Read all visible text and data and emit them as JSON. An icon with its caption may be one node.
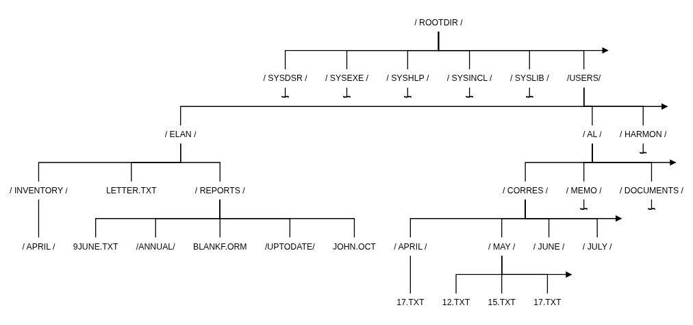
{
  "diagram": {
    "nodes": [
      {
        "text": [
          "/ ROOTDIR /"
        ]
      },
      {
        "text": [
          "/ SYSDSR /"
        ]
      },
      {
        "text": [
          "/ SYSEXE /"
        ]
      },
      {
        "text": [
          "/ SYSHLP /"
        ]
      },
      {
        "text": [
          "/ SYSINCL /"
        ]
      },
      {
        "text": [
          "/ SYSLIB /"
        ]
      },
      {
        "text": [
          "/USERS/"
        ]
      },
      {
        "text": [
          "/ ELAN /"
        ]
      },
      {
        "text": [
          "/ AL /"
        ]
      },
      {
        "text": [
          "/ HARMON /"
        ]
      },
      {
        "text": [
          "/ INVENTORY /"
        ]
      },
      {
        "text": [
          "LETTER.TXT"
        ]
      },
      {
        "text": [
          "/ REPORTS /"
        ]
      },
      {
        "text": [
          "/ CORRES /"
        ]
      },
      {
        "text": [
          "/ MEMO /"
        ]
      },
      {
        "text": [
          "/ DOCUMENTS /"
        ]
      },
      {
        "text": [
          "/ APRIL /"
        ]
      },
      {
        "text": [
          "9JUNE.TXT"
        ]
      },
      {
        "text": [
          "/ANNUAL/"
        ]
      },
      {
        "text": [
          "BLANKF.ORM"
        ]
      },
      {
        "text": [
          "/UPTODATE/"
        ]
      },
      {
        "text": [
          "JOHN.OCT"
        ]
      },
      {
        "text": [
          "/ APRIL /"
        ]
      },
      {
        "text": [
          "/ MAY /"
        ]
      },
      {
        "text": [
          "/ JUNE /"
        ]
      },
      {
        "text": [
          "/ JULY /"
        ]
      },
      {
        "text": [
          "17.TXT"
        ]
      },
      {
        "text": [
          "12.TXT"
        ]
      },
      {
        "text": [
          "15.TXT"
        ]
      },
      {
        "text": [
          "17.TXT"
        ]
      }
    ],
    "edges": [
      {
        "from": 0,
        "to": 1,
        "arrow": "none"
      },
      {
        "from": 0,
        "to": 2,
        "arrow": "none"
      },
      {
        "from": 0,
        "to": 3,
        "arrow": "none"
      },
      {
        "from": 0,
        "to": 4,
        "arrow": "none"
      },
      {
        "from": 0,
        "to": 5,
        "arrow": "none"
      },
      {
        "from": 0,
        "to": 6,
        "arrow": "none"
      },
      {
        "from": 0,
        "to": null,
        "arrow": "to"
      },
      {
        "from": 1,
        "to": null,
        "arrow": "other"
      },
      {
        "from": 2,
        "to": null,
        "arrow": "other"
      },
      {
        "from": 3,
        "to": null,
        "arrow": "other"
      },
      {
        "from": 4,
        "to": null,
        "arrow": "other"
      },
      {
        "from": 5,
        "to": null,
        "arrow": "other"
      },
      {
        "from": 6,
        "to": 7,
        "arrow": "none"
      },
      {
        "from": 6,
        "to": 8,
        "arrow": "none"
      },
      {
        "from": 6,
        "to": 9,
        "arrow": "none"
      },
      {
        "from": 6,
        "to": null,
        "arrow": "to"
      },
      {
        "from": 9,
        "to": null,
        "arrow": "other"
      },
      {
        "from": 7,
        "to": 10,
        "arrow": "none"
      },
      {
        "from": 7,
        "to": 11,
        "arrow": "none"
      },
      {
        "from": 7,
        "to": 12,
        "arrow": "none"
      },
      {
        "from": 8,
        "to": 13,
        "arrow": "none"
      },
      {
        "from": 8,
        "to": 14,
        "arrow": "none"
      },
      {
        "from": 8,
        "to": 15,
        "arrow": "none"
      },
      {
        "from": 8,
        "to": null,
        "arrow": "to"
      },
      {
        "from": 14,
        "to": null,
        "arrow": "other"
      },
      {
        "from": 15,
        "to": null,
        "arrow": "other"
      },
      {
        "from": 10,
        "to": 16,
        "arrow": "none"
      },
      {
        "from": 12,
        "to": 17,
        "arrow": "none"
      },
      {
        "from": 12,
        "to": 18,
        "arrow": "none"
      },
      {
        "from": 12,
        "to": 19,
        "arrow": "none"
      },
      {
        "from": 12,
        "to": 20,
        "arrow": "none"
      },
      {
        "from": 12,
        "to": 21,
        "arrow": "none"
      },
      {
        "from": 13,
        "to": 22,
        "arrow": "none"
      },
      {
        "from": 13,
        "to": 23,
        "arrow": "none"
      },
      {
        "from": 13,
        "to": 24,
        "arrow": "none"
      },
      {
        "from": 13,
        "to": 25,
        "arrow": "none"
      },
      {
        "from": 13,
        "to": null,
        "arrow": "to"
      },
      {
        "from": 22,
        "to": 26,
        "arrow": "none"
      },
      {
        "from": 23,
        "to": 27,
        "arrow": "none"
      },
      {
        "from": 23,
        "to": 28,
        "arrow": "none"
      },
      {
        "from": 23,
        "to": 29,
        "arrow": "none"
      },
      {
        "from": 23,
        "to": null,
        "arrow": "to"
      }
    ]
  }
}
